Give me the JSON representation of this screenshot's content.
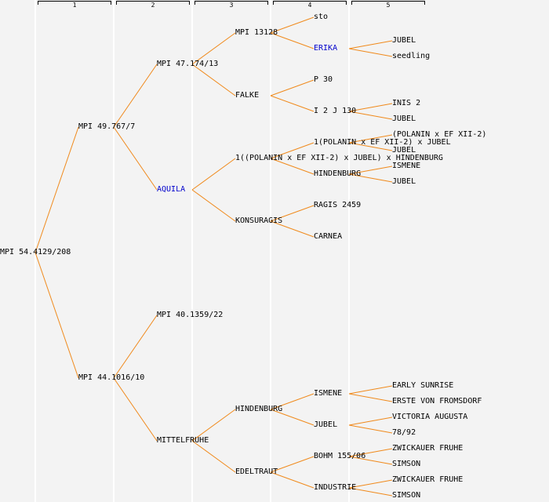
{
  "generations": [
    "1",
    "2",
    "3",
    "4",
    "5"
  ],
  "colors": {
    "edge": "#f08a1c",
    "link_node": "#0000cc",
    "text": "#000000"
  },
  "tree": {
    "id": "root",
    "label": "MPI 54.4129/208",
    "children": [
      {
        "id": "n1a",
        "label": "MPI 49.767/7",
        "children": [
          {
            "id": "n2a",
            "label": "MPI 47.174/13",
            "children": [
              {
                "id": "n3a",
                "label": "MPI 13128",
                "children": [
                  {
                    "id": "n4a",
                    "label": "sto"
                  },
                  {
                    "id": "n4b",
                    "label": "ERIKA",
                    "link": true,
                    "children": [
                      {
                        "id": "n5a",
                        "label": "JUBEL"
                      },
                      {
                        "id": "n5b",
                        "label": "seedling"
                      }
                    ]
                  }
                ]
              },
              {
                "id": "n3b",
                "label": "FALKE",
                "children": [
                  {
                    "id": "n4c",
                    "label": "P 30"
                  },
                  {
                    "id": "n4d",
                    "label": "I 2 J 130",
                    "children": [
                      {
                        "id": "n5c",
                        "label": "INIS 2"
                      },
                      {
                        "id": "n5d",
                        "label": "JUBEL"
                      }
                    ]
                  }
                ]
              }
            ]
          },
          {
            "id": "n2b",
            "label": "AQUILA",
            "link": true,
            "children": [
              {
                "id": "n3c",
                "label": "1((POLANIN x EF XII-2) x JUBEL) x HINDENBURG",
                "children": [
                  {
                    "id": "n4e",
                    "label": "1(POLANIN x EF XII-2) x JUBEL",
                    "children": [
                      {
                        "id": "n5e",
                        "label": "(POLANIN x EF XII-2)"
                      },
                      {
                        "id": "n5f",
                        "label": "JUBEL"
                      }
                    ]
                  },
                  {
                    "id": "n4f",
                    "label": "HINDENBURG",
                    "children": [
                      {
                        "id": "n5g",
                        "label": "ISMENE"
                      },
                      {
                        "id": "n5h",
                        "label": "JUBEL"
                      }
                    ]
                  }
                ]
              },
              {
                "id": "n3d",
                "label": "KONSURAGIS",
                "children": [
                  {
                    "id": "n4g",
                    "label": "RAGIS 2459"
                  },
                  {
                    "id": "n4h",
                    "label": "CARNEA"
                  }
                ]
              }
            ]
          }
        ]
      },
      {
        "id": "n1b",
        "label": "MPI 44.1016/10",
        "children": [
          {
            "id": "n2c",
            "label": "MPI 40.1359/22"
          },
          {
            "id": "n2d",
            "label": "MITTELFRUHE",
            "children": [
              {
                "id": "n3e",
                "label": "HINDENBURG",
                "children": [
                  {
                    "id": "n4i",
                    "label": "ISMENE",
                    "children": [
                      {
                        "id": "n5i",
                        "label": "EARLY SUNRISE"
                      },
                      {
                        "id": "n5j",
                        "label": "ERSTE VON FROMSDORF"
                      }
                    ]
                  },
                  {
                    "id": "n4j",
                    "label": "JUBEL",
                    "children": [
                      {
                        "id": "n5k",
                        "label": "VICTORIA AUGUSTA"
                      },
                      {
                        "id": "n5l",
                        "label": "78/92"
                      }
                    ]
                  }
                ]
              },
              {
                "id": "n3f",
                "label": "EDELTRAUT",
                "children": [
                  {
                    "id": "n4k",
                    "label": "BOHM 155/06",
                    "children": [
                      {
                        "id": "n5m",
                        "label": "ZWICKAUER FRUHE"
                      },
                      {
                        "id": "n5n",
                        "label": "SIMSON"
                      }
                    ]
                  },
                  {
                    "id": "n4l",
                    "label": "INDUSTRIE",
                    "children": [
                      {
                        "id": "n5o",
                        "label": "ZWICKAUER FRUHE"
                      },
                      {
                        "id": "n5p",
                        "label": "SIMSON"
                      }
                    ]
                  }
                ]
              }
            ]
          }
        ]
      }
    ]
  }
}
